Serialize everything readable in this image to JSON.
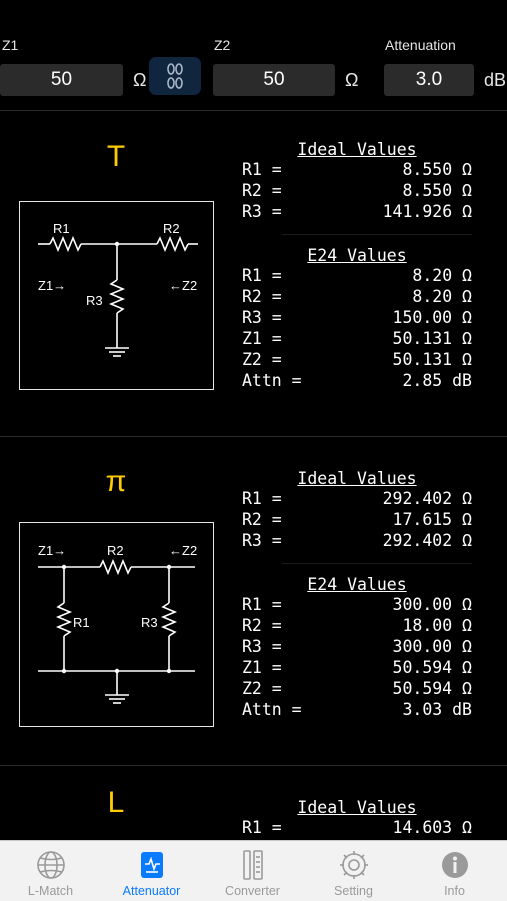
{
  "header": {
    "z1_label": "Z1",
    "z2_label": "Z2",
    "attenuation_label": "Attenuation",
    "z1_value": "50",
    "z2_value": "50",
    "attenuation_value": "3.0",
    "ohm_unit": "Ω",
    "db_unit": "dB",
    "link_icon": "chain-link-icon"
  },
  "sections": [
    {
      "type": "T",
      "ideal_title": "Ideal Values",
      "e24_title": "E24 Values",
      "ideal": [
        {
          "key": "R1 =",
          "value": "8.550 Ω"
        },
        {
          "key": "R2 =",
          "value": "8.550 Ω"
        },
        {
          "key": "R3 =",
          "value": "141.926 Ω"
        }
      ],
      "e24": [
        {
          "key": "R1 =",
          "value": "8.20 Ω"
        },
        {
          "key": "R2 =",
          "value": "8.20 Ω"
        },
        {
          "key": "R3 =",
          "value": "150.00 Ω"
        },
        {
          "key": "Z1 =",
          "value": "50.131 Ω"
        },
        {
          "key": "Z2 =",
          "value": "50.131 Ω"
        },
        {
          "key": "Attn =",
          "value": "2.85 dB"
        }
      ],
      "diagram": {
        "r1": "R1",
        "r2": "R2",
        "r3": "R3",
        "z1": "Z1→",
        "z2": "←Z2"
      }
    },
    {
      "type": "π",
      "ideal_title": "Ideal Values",
      "e24_title": "E24 Values",
      "ideal": [
        {
          "key": "R1 =",
          "value": "292.402 Ω"
        },
        {
          "key": "R2 =",
          "value": "17.615 Ω"
        },
        {
          "key": "R3 =",
          "value": "292.402 Ω"
        }
      ],
      "e24": [
        {
          "key": "R1 =",
          "value": "300.00 Ω"
        },
        {
          "key": "R2 =",
          "value": "18.00 Ω"
        },
        {
          "key": "R3 =",
          "value": "300.00 Ω"
        },
        {
          "key": "Z1 =",
          "value": "50.594 Ω"
        },
        {
          "key": "Z2 =",
          "value": "50.594 Ω"
        },
        {
          "key": "Attn =",
          "value": "3.03 dB"
        }
      ],
      "diagram": {
        "r1": "R1",
        "r2": "R2",
        "r3": "R3",
        "z1": "Z1→",
        "z2": "←Z2"
      }
    },
    {
      "type": "L",
      "ideal_title": "Ideal Values",
      "ideal": [
        {
          "key": "R1 =",
          "value": "14.603 Ω"
        }
      ]
    }
  ],
  "tabbar": [
    {
      "label": "L-Match",
      "icon": "globe-icon",
      "active": false
    },
    {
      "label": "Attenuator",
      "icon": "attenuator-icon",
      "active": true
    },
    {
      "label": "Converter",
      "icon": "converter-icon",
      "active": false
    },
    {
      "label": "Setting",
      "icon": "gear-icon",
      "active": false
    },
    {
      "label": "Info",
      "icon": "info-icon",
      "active": false
    }
  ]
}
